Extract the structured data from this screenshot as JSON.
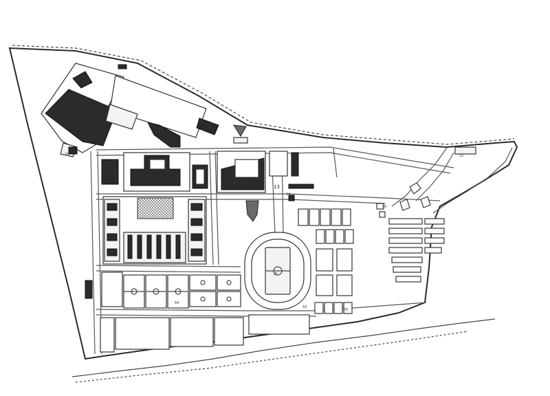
{
  "map": {
    "labels": {
      "l12": "12",
      "l13": "13",
      "l14": "14",
      "l21": "21",
      "l15": "15",
      "l64": "64",
      "l16": "16",
      "l70": "70",
      "l50": "50"
    }
  }
}
